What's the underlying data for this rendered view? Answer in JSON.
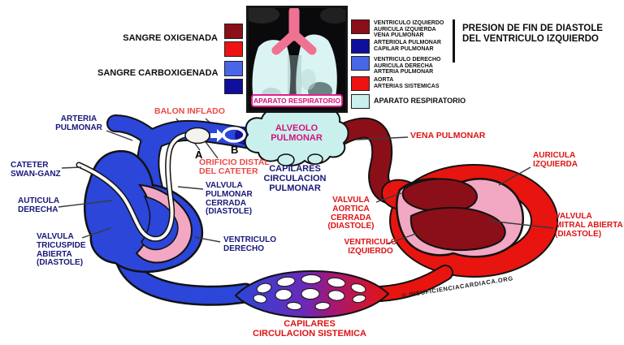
{
  "palette": {
    "dark_red": "#8b0f18",
    "red": "#ee1312",
    "royal_blue": "#4767e8",
    "navy": "#0f0f9e",
    "cyan": "#c9f0ec",
    "vessel_blue": "#2b46d9",
    "aorta_red": "#e8140f",
    "heart_pink": "#f2a7c3",
    "trachea_pink": "#ef7292",
    "label_magenta": "#d6127e"
  },
  "legend_left": {
    "oxygenated": "SANGRE OXIGENADA",
    "carboxygenated": "SANGRE CARBOXIGENADA"
  },
  "xray_caption": "APARATO RESPIRATORIO",
  "legend_right": {
    "items": [
      {
        "color": "#8b0f18",
        "lines": [
          "VENTRICULO IZQUIERDO",
          "AURICULA IZQUIERDA",
          "VENA PULMONAR"
        ]
      },
      {
        "color": "#0f0f9e",
        "lines": [
          "ARTERIOLA PULMONAR",
          "CAPILAR PULMONAR"
        ]
      },
      {
        "color": "#4767e8",
        "lines": [
          "VENTRICULO DERECHO",
          "AURICULA DERECHA",
          "ARTERIA PULMONAR"
        ]
      },
      {
        "color": "#ee1312",
        "lines": [
          "AORTA",
          "ARTERIAS SISTEMICAS"
        ]
      },
      {
        "color": "#c9f0ec",
        "lines": [
          "APARATO RESPIRATORIO"
        ]
      }
    ]
  },
  "header_note": [
    "PRESION DE FIN DE DIASTOLE",
    "DEL VENTRICULO IZQUIERDO"
  ],
  "labels": {
    "arteria_pulmonar": [
      "ARTERIA",
      "PULMONAR"
    ],
    "balon_inflado": [
      "BALON INFLADO"
    ],
    "orificio_distal": [
      "ORIFICIO DISTAL",
      "DEL CATETER"
    ],
    "cateter_swan_ganz": [
      "CATETER",
      "SWAN-GANZ"
    ],
    "auricula_derecha": [
      "AUTICULA",
      "DERECHA"
    ],
    "valvula_tricuspide": [
      "VALVULA",
      "TRICUSPIDE",
      "ABIERTA",
      "(DIASTOLE)"
    ],
    "valvula_pulmonar": [
      "VALVULA",
      "PULMONAR",
      "CERRADA",
      "(DIASTOLE)"
    ],
    "ventriculo_derecho": [
      "VENTRICULO",
      "DERECHO"
    ],
    "alveolo_pulmonar": [
      "ALVEOLO",
      "PULMONAR"
    ],
    "capilares_pulmonar": [
      "CAPILARES",
      "CIRCULACION",
      "PULMONAR"
    ],
    "vena_pulmonar": [
      "VENA PULMONAR"
    ],
    "auricula_izquierda": [
      "AURICULA",
      "IZQUIERDA"
    ],
    "valvula_mitral": [
      "VALVULA",
      "MITRAL ABIERTA",
      "(DIASTOLE)"
    ],
    "valvula_aortica": [
      "VALVULA",
      "AORTICA",
      "CERRADA",
      "(DIASTOLE)"
    ],
    "ventriculo_izquierdo": [
      "VENTRICULO",
      "IZQUIERDO"
    ],
    "capilares_sistemica": [
      "CAPILARES",
      "CIRCULACION SISTEMICA"
    ]
  },
  "markers": {
    "a": "A",
    "b": "B"
  },
  "copyright": "© INSUFICIENCIACARDIACA.ORG"
}
